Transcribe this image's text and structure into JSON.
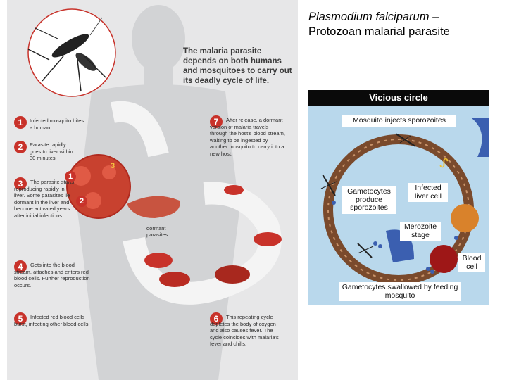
{
  "title": {
    "line1_italic": "Plasmodium falciparum",
    "line1_suffix": " –",
    "line2": "Protozoan malarial parasite"
  },
  "infographic": {
    "intro": "The malaria parasite depends on both humans and mosquitoes to carry out its deadly cycle of life.",
    "steps": [
      {
        "num": "1",
        "text": "Infected mosquito bites a human."
      },
      {
        "num": "2",
        "text": "Parasite rapidly goes to liver within 30 minutes."
      },
      {
        "num": "3",
        "text": "The parasite starts reproducing rapidly in liver. Some parasites lie dormant in the liver and become activated years after initial infections."
      },
      {
        "num": "4",
        "text": "Gets into the blood stream, attaches and enters red blood cells. Further reproduction occurs."
      },
      {
        "num": "5",
        "text": "Infected red blood cells burst, infecting other blood cells."
      },
      {
        "num": "6",
        "text": "This repeating cycle depletes the body of oxygen and also causes fever. The cycle coincides with malaria's fever and chills."
      },
      {
        "num": "7",
        "text": "After release, a dormant version of malaria travels through the host's blood stream, waiting to be ingested by another mosquito to carry it to a new host."
      }
    ],
    "liver_markers": [
      "1",
      "2",
      "3"
    ],
    "dormant_label": "dormant parasites"
  },
  "vicious_circle": {
    "header": "Vicious circle",
    "labels": {
      "mosquito_injects": "Mosquito injects sporozoites",
      "gametocytes_produce": "Gametocytes produce sporozoites",
      "infected_liver": "Infected liver cell",
      "merozoite": "Merozoite stage",
      "blood_cell": "Blood cell",
      "swallowed": "Gametocytes swallowed by feeding mosquito"
    }
  },
  "colors": {
    "accent_red": "#c8322a",
    "cycle_brown": "#7a4a2c",
    "background_blue": "#b9d8ec"
  }
}
